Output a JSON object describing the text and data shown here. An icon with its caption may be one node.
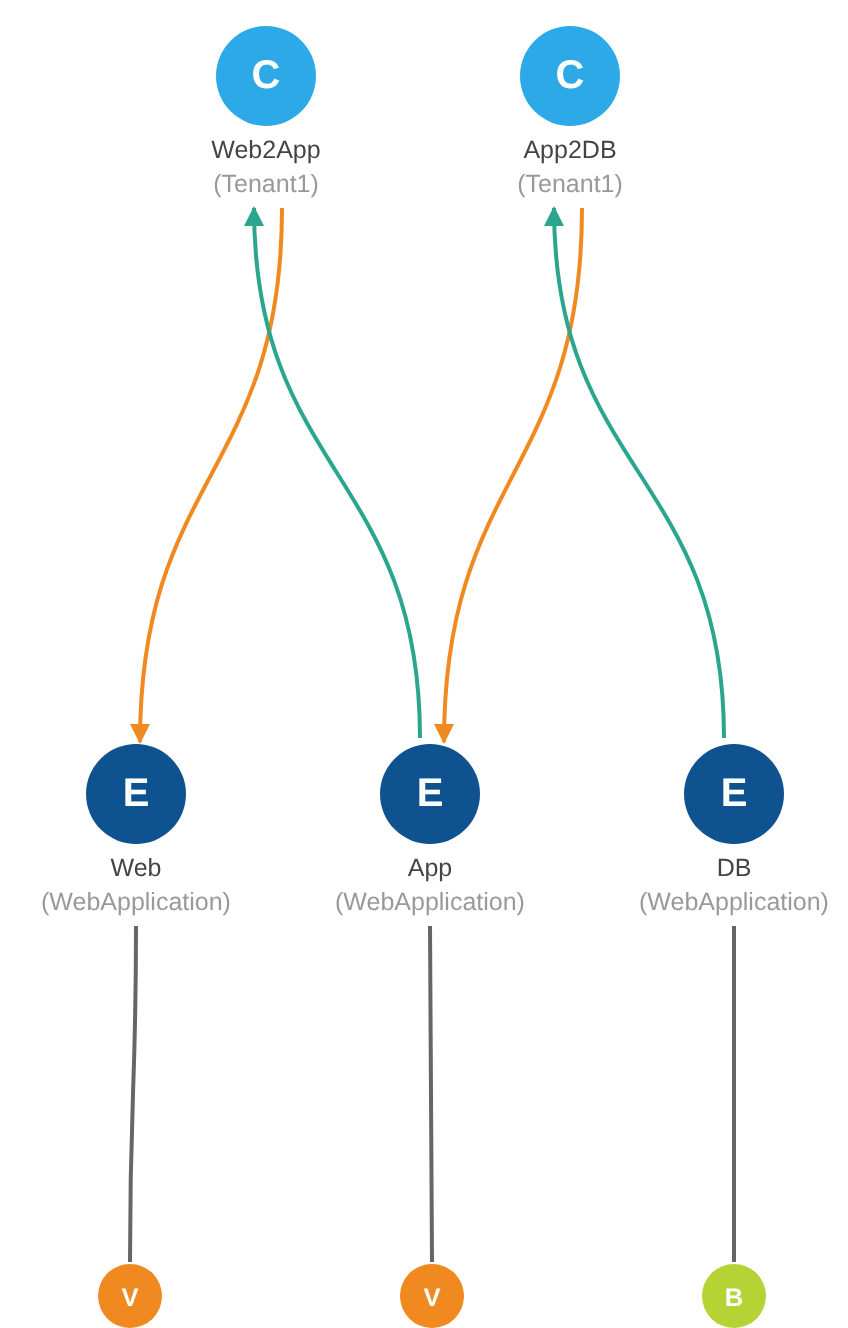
{
  "diagram": {
    "nodes": [
      {
        "text": [
          "C",
          "Web2App",
          "(Tenant1)"
        ]
      },
      {
        "text": [
          "C",
          "App2DB",
          "(Tenant1)"
        ]
      },
      {
        "text": [
          "E",
          "Web",
          "(WebApplication)"
        ]
      },
      {
        "text": [
          "E",
          "App",
          "(WebApplication)"
        ]
      },
      {
        "text": [
          "E",
          "DB",
          "(WebApplication)"
        ]
      },
      {
        "text": [
          "V"
        ]
      },
      {
        "text": [
          "V"
        ]
      },
      {
        "text": [
          "B"
        ]
      }
    ],
    "edges": [
      {
        "from": 0,
        "to": 2,
        "arrow": "to",
        "color": "#f0891f"
      },
      {
        "from": 3,
        "to": 0,
        "arrow": "to",
        "color": "#2aa68e"
      },
      {
        "from": 1,
        "to": 3,
        "arrow": "to",
        "color": "#f0891f"
      },
      {
        "from": 4,
        "to": 1,
        "arrow": "to",
        "color": "#2aa68e"
      },
      {
        "from": 2,
        "to": 5,
        "arrow": "none"
      },
      {
        "from": 3,
        "to": 6,
        "arrow": "none"
      },
      {
        "from": 4,
        "to": 7,
        "arrow": "none"
      }
    ]
  }
}
